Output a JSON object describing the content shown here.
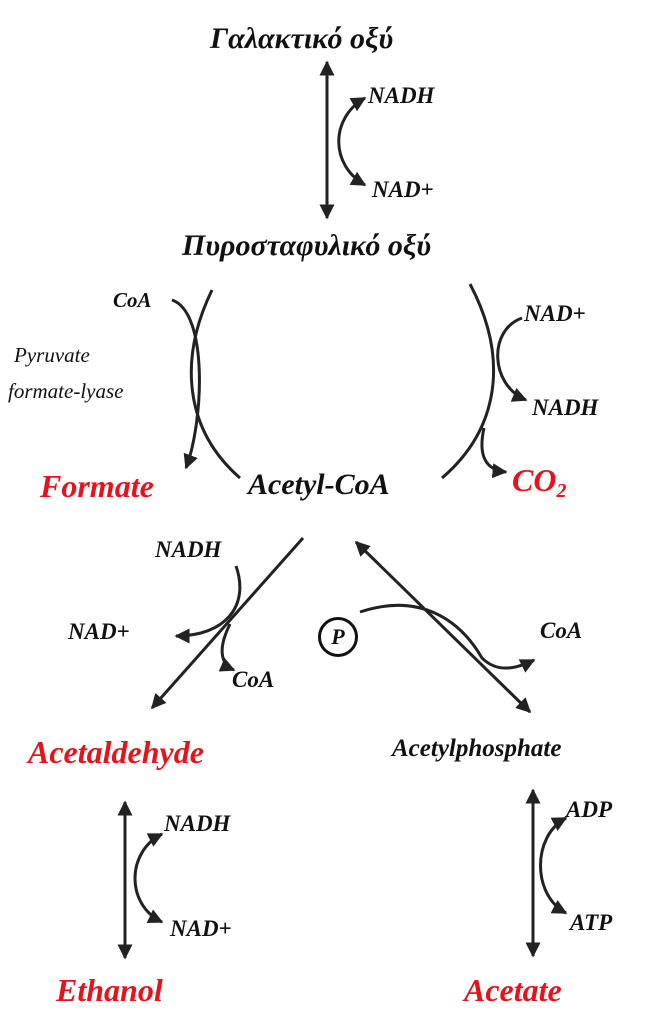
{
  "labels": {
    "lactic_acid": "Γαλακτικό οξύ",
    "pyruvic_acid": "Πυροσταφυλικό οξύ",
    "nadh_top": "NADH",
    "nad_top": "NAD+",
    "coa_left": "CoA",
    "enzyme_line1": "Pyruvate",
    "enzyme_line2": "formate-lyase",
    "nad_right": "NAD+",
    "nadh_right": "NADH",
    "formate": "Formate",
    "acetyl_coa": "Acetyl-CoA",
    "co2": "CO",
    "co2_sub": "2",
    "nadh_mid": "NADH",
    "nad_mid": "NAD+",
    "coa_mid": "CoA",
    "phosphate": "P",
    "coa_right": "CoA",
    "acetaldehyde": "Acetaldehyde",
    "acetylphosphate": "Acetylphosphate",
    "nadh_bottom": "NADH",
    "nad_bottom": "NAD+",
    "adp": "ADP",
    "atp": "ATP",
    "ethanol": "Ethanol",
    "acetate": "Acetate"
  },
  "colors": {
    "product": "#e8121c",
    "text": "#111111"
  }
}
